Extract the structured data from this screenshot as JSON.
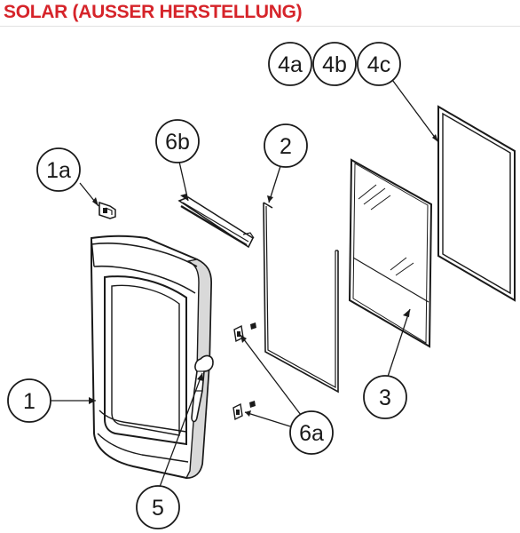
{
  "title": "SOLAR (AUSSER HERSTELLUNG)",
  "callouts": {
    "c1": "1",
    "c1a": "1a",
    "c2": "2",
    "c3": "3",
    "c4a": "4a",
    "c4b": "4b",
    "c4c": "4c",
    "c5": "5",
    "c6a": "6a",
    "c6b": "6b"
  },
  "colors": {
    "title": "#d6242a",
    "line": "#1a1a1a",
    "frame_fill": "#ffffff",
    "frame_shade": "#d9d9d9"
  }
}
